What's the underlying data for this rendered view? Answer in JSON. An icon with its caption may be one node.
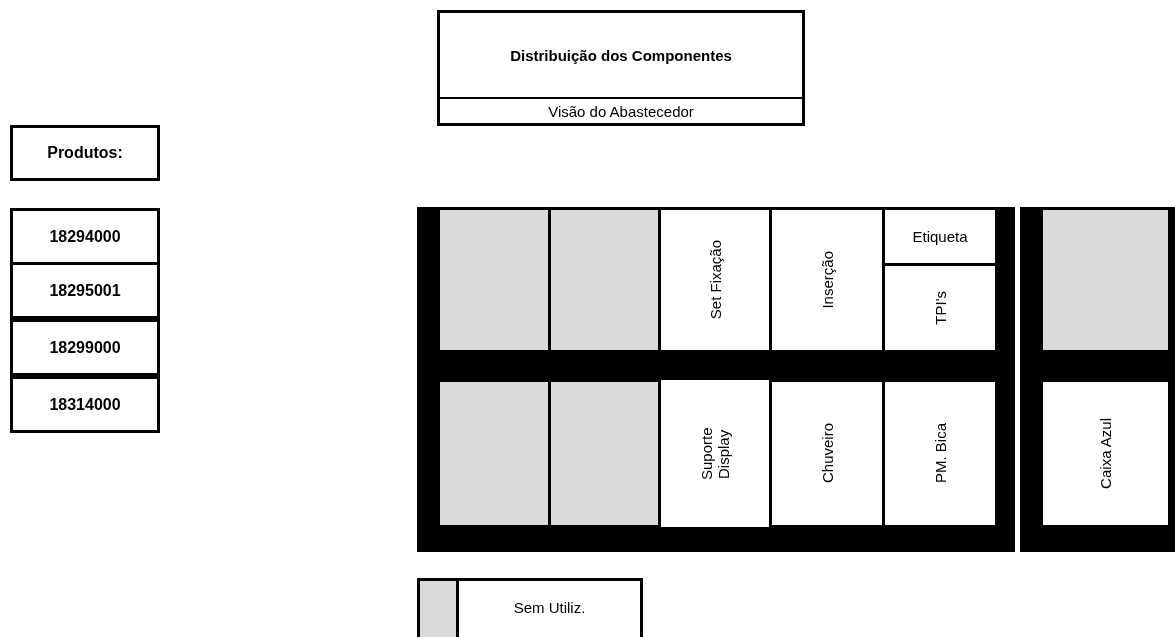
{
  "diagram": {
    "nodes": [
      {
        "text": [
          "Distribuição dos Componentes",
          "Visão do Abastecedor"
        ]
      },
      {
        "text": [
          "Produtos:"
        ]
      },
      {
        "text": [
          "18294000"
        ]
      },
      {
        "text": [
          "18295001"
        ]
      },
      {
        "text": [
          "18299000"
        ]
      },
      {
        "text": [
          "18314000"
        ]
      },
      {
        "text": [],
        "shape": "box"
      },
      {
        "text": [],
        "shape": "box",
        "in": 6
      },
      {
        "text": [],
        "shape": "box",
        "in": 6
      },
      {
        "text": [
          "Set Fixação"
        ],
        "in": 6
      },
      {
        "text": [
          "Inserção"
        ],
        "in": 6
      },
      {
        "text": [
          "Etiqueta"
        ],
        "in": 6
      },
      {
        "text": [
          "TPI's"
        ],
        "in": 6
      },
      {
        "text": [],
        "shape": "box",
        "in": 6
      },
      {
        "text": [],
        "shape": "box",
        "in": 6
      },
      {
        "text": [
          "Suporte Display"
        ],
        "in": 6
      },
      {
        "text": [
          "Chuveiro"
        ],
        "in": 6
      },
      {
        "text": [
          "PM. Bica"
        ],
        "in": 6
      },
      {
        "text": [],
        "shape": "box"
      },
      {
        "text": [],
        "shape": "box",
        "in": 18
      },
      {
        "text": [
          "Caixa Azul"
        ],
        "in": 18
      }
    ],
    "legend": [
      {
        "text": "Sem Utiliz.",
        "color": "#d9d9d9"
      }
    ]
  }
}
